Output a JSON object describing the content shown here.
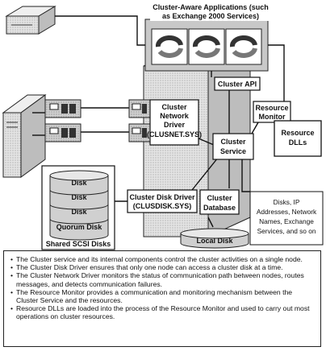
{
  "labels": {
    "cluster_aware_apps_line1": "Cluster-Aware Applications (such",
    "cluster_aware_apps_line2": "as Exchange 2000 Services)",
    "cluster_api": "Cluster API",
    "cluster_network_driver_line1": "Cluster",
    "cluster_network_driver_line2": "Network",
    "cluster_network_driver_line3": "Driver",
    "cluster_network_driver_line4": "(CLUSNET.SYS)",
    "resource_monitor_line1": "Resource",
    "resource_monitor_line2": "Monitor",
    "resource_dlls_line1": "Resource",
    "resource_dlls_line2": "DLLs",
    "cluster_service_line1": "Cluster",
    "cluster_service_line2": "Service",
    "cluster_disk_driver_line1": "Cluster Disk Driver",
    "cluster_disk_driver_line2": "(CLUSDISK.SYS)",
    "cluster_database_line1": "Cluster",
    "cluster_database_line2": "Database",
    "local_disk": "Local Disk",
    "disk_1": "Disk",
    "disk_2": "Disk",
    "disk_3": "Disk",
    "quorum_disk": "Quorum Disk",
    "shared_scsi_disks": "Shared SCSI Disks",
    "resources_line1": "Disks, IP",
    "resources_line2": "Addresses, Network",
    "resources_line3": "Names, Exchange",
    "resources_line4": "Services, and so on"
  },
  "notes": [
    "The Cluster service and its internal components control the cluster activities on a single node.",
    "The Cluster Disk Driver ensures that only one node can access a cluster disk at a time.",
    "The Cluster Network Driver monitors the status of communication path between nodes, routes messages, and detects communication failures.",
    "The Resource Monitor provides a communication and monitoring mechanism between the Cluster Service and the resources.",
    "Resource DLLs are loaded into the process of the Resource Monitor and used to carry out most operations on cluster resources."
  ],
  "colors": {
    "line": "#111111",
    "panel_gray": "#c8c8c8",
    "server_gray": "#d9d9d9",
    "disk_gray": "#d0d0d0"
  }
}
